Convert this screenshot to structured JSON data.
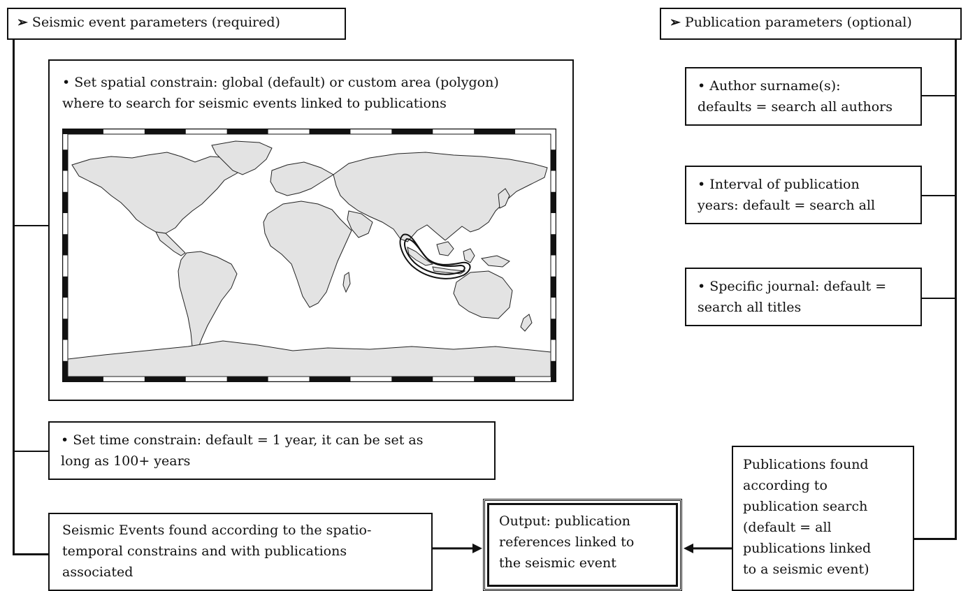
{
  "left_header": {
    "arrow": "➢",
    "label": "Seismic event parameters (required)"
  },
  "right_header": {
    "arrow": "➢",
    "label": "Publication parameters (optional)"
  },
  "spatial_box": {
    "text": "• Set spatial constrain: global (default) or custom area (polygon)\nwhere to search for seismic events linked to publications"
  },
  "time_box": {
    "text": "• Set time constrain: default = 1 year, it can be set as\nlong as 100+ years"
  },
  "events_box": {
    "text": "Seismic Events found according to the spatio-\ntemporal constrains and with publications\nassociated"
  },
  "output_box": {
    "text": "Output: publication\nreferences linked to\nthe seismic event"
  },
  "author_box": {
    "text": "• Author surname(s):\ndefaults = search all authors"
  },
  "years_box": {
    "text": "• Interval of publication\nyears: default = search all"
  },
  "journal_box": {
    "text": "• Specific journal:  default =\nsearch all titles"
  },
  "publications_box": {
    "text": "Publications found\naccording to\npublication search\n(default = all\npublications linked\nto a seismic event)"
  },
  "colors": {
    "line": "#111111",
    "land": "#e3e3e3",
    "ocean": "#ffffff"
  }
}
